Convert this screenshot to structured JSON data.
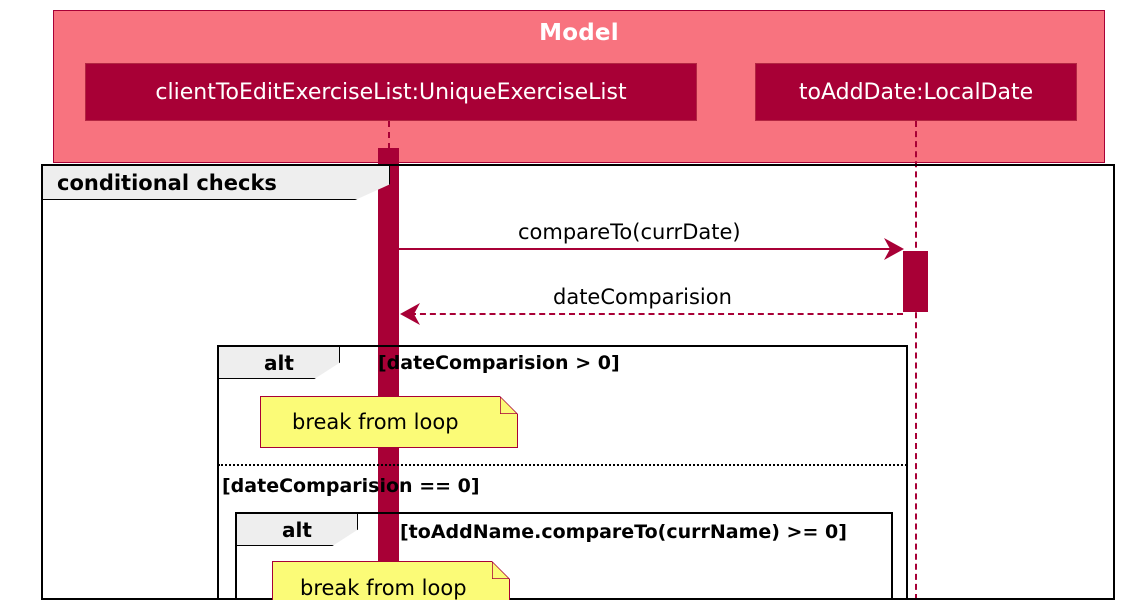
{
  "diagram": {
    "type": "uml-sequence-diagram",
    "group": {
      "title": "Model",
      "fill_color": "#F8737F",
      "border_color": "#A80036"
    },
    "participants": [
      {
        "label": "clientToEditExerciseList:UniqueExerciseList",
        "fill_color": "#A80036",
        "text_color": "#FFFFFF"
      },
      {
        "label": "toAddDate:LocalDate",
        "fill_color": "#A80036",
        "text_color": "#FFFFFF"
      }
    ],
    "messages": [
      {
        "label": "compareTo(currDate)",
        "style": "solid",
        "direction": "right",
        "from": "clientToEditExerciseList:UniqueExerciseList",
        "to": "toAddDate:LocalDate"
      },
      {
        "label": "dateComparision",
        "style": "dashed",
        "direction": "left",
        "from": "toAddDate:LocalDate",
        "to": "clientToEditExerciseList:UniqueExerciseList"
      }
    ],
    "fragments": [
      {
        "operator": "conditional checks",
        "guard": ""
      },
      {
        "operator": "alt",
        "guard": "[dateComparision > 0]",
        "else_guard": "[dateComparision == 0]"
      },
      {
        "operator": "alt",
        "guard": "[toAddName.compareTo(currName) >= 0]"
      }
    ],
    "notes": [
      {
        "text": "break from loop",
        "fill_color": "#FBFB77",
        "border_color": "#A80036"
      },
      {
        "text": "break from loop",
        "fill_color": "#FBFB77",
        "border_color": "#A80036"
      }
    ]
  }
}
